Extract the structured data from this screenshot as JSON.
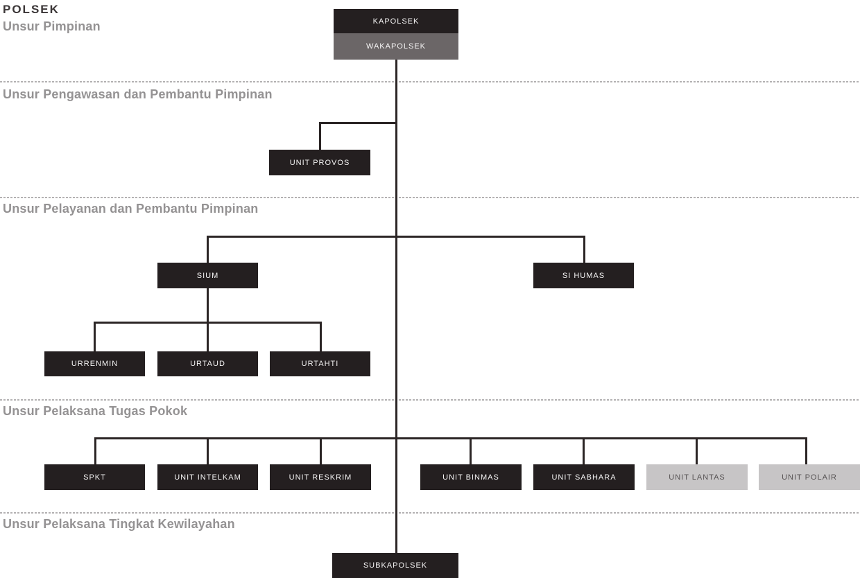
{
  "page": {
    "title": "POLSEK"
  },
  "sections": {
    "pimpinan": "Unsur Pimpinan",
    "pengawasan": "Unsur Pengawasan dan Pembantu Pimpinan",
    "pelayanan": "Unsur Pelayanan dan Pembantu Pimpinan",
    "pelaksana_pokok": "Unsur Pelaksana Tugas Pokok",
    "kewilayahan": "Unsur Pelaksana Tingkat Kewilayahan"
  },
  "nodes": {
    "kapolsek": "KAPOLSEK",
    "wakapolsek": "WAKAPOLSEK",
    "unit_provos": "UNIT PROVOS",
    "sium": "SIUM",
    "si_humas": "SI HUMAS",
    "urrenmin": "URRENMIN",
    "urtaud": "URTAUD",
    "urtahti": "URTAHTI",
    "spkt": "SPKT",
    "unit_intelkam": "UNIT INTELKAM",
    "unit_reskrim": "UNIT RESKRIM",
    "unit_binmas": "UNIT BINMAS",
    "unit_sabhara": "UNIT SABHARA",
    "unit_lantas": "UNIT LANTAS",
    "unit_polair": "UNIT POLAIR",
    "subkapolsek": "SUBKAPOLSEK"
  },
  "colors": {
    "background": "#ffffff",
    "node_dark": "#241f20",
    "node_gray": "#6b6667",
    "node_light": "#c7c5c6",
    "node_text_on_dark": "#f5f4f4",
    "node_text_on_light": "#575354",
    "connector_line": "#2b2525",
    "dotted_divider": "#b3b1b2",
    "title_text": "#3b3637",
    "section_heading_text": "#949293"
  }
}
